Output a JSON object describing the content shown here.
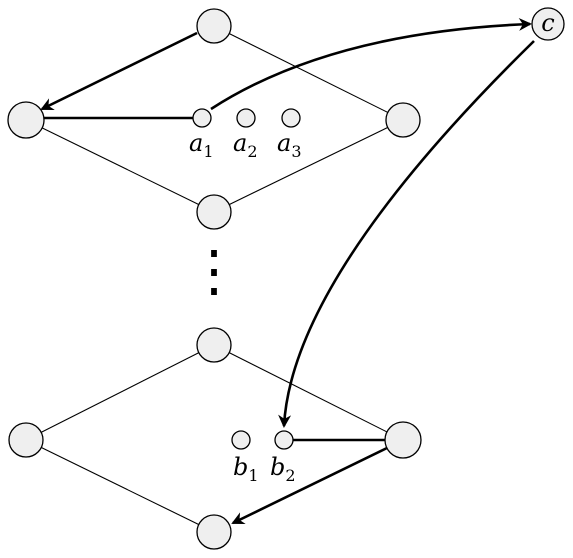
{
  "labels": {
    "c": "c",
    "a1_base": "a",
    "a1_sub": "1",
    "a2_base": "a",
    "a2_sub": "2",
    "a3_base": "a",
    "a3_sub": "3",
    "b1_base": "b",
    "b1_sub": "1",
    "b2_base": "b",
    "b2_sub": "2",
    "ellipsis": "⋮"
  }
}
